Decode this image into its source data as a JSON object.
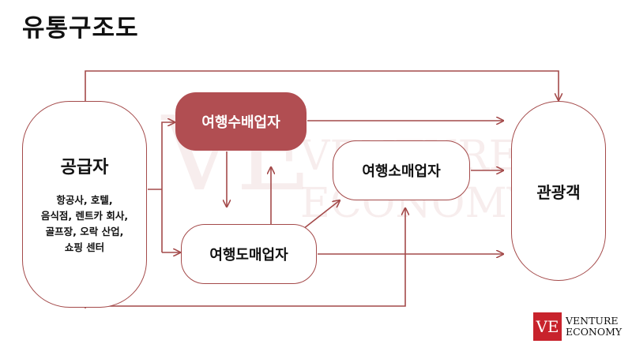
{
  "title": "유통구조도",
  "nodes": {
    "supplier": {
      "label": "공급자",
      "details": [
        "항공사, 호텔,",
        "음식점, 렌트카 회사,",
        "골프장, 오락 산업,",
        "쇼핑 센터"
      ]
    },
    "tour_buyer": {
      "label": "여행수배업자"
    },
    "tour_wholesaler": {
      "label": "여행도매업자"
    },
    "tour_retailer": {
      "label": "여행소매업자"
    },
    "tourist": {
      "label": "관광객"
    }
  },
  "watermark": {
    "mark": "VE",
    "line1": "VENTURE",
    "line2": "ECONOMY"
  },
  "logo": {
    "mark": "VE",
    "line1": "VENTURE",
    "line2": "ECONOMY"
  },
  "colors": {
    "accent": "#b14e52",
    "line": "#a44a4a",
    "logo_red": "#c8232c"
  }
}
